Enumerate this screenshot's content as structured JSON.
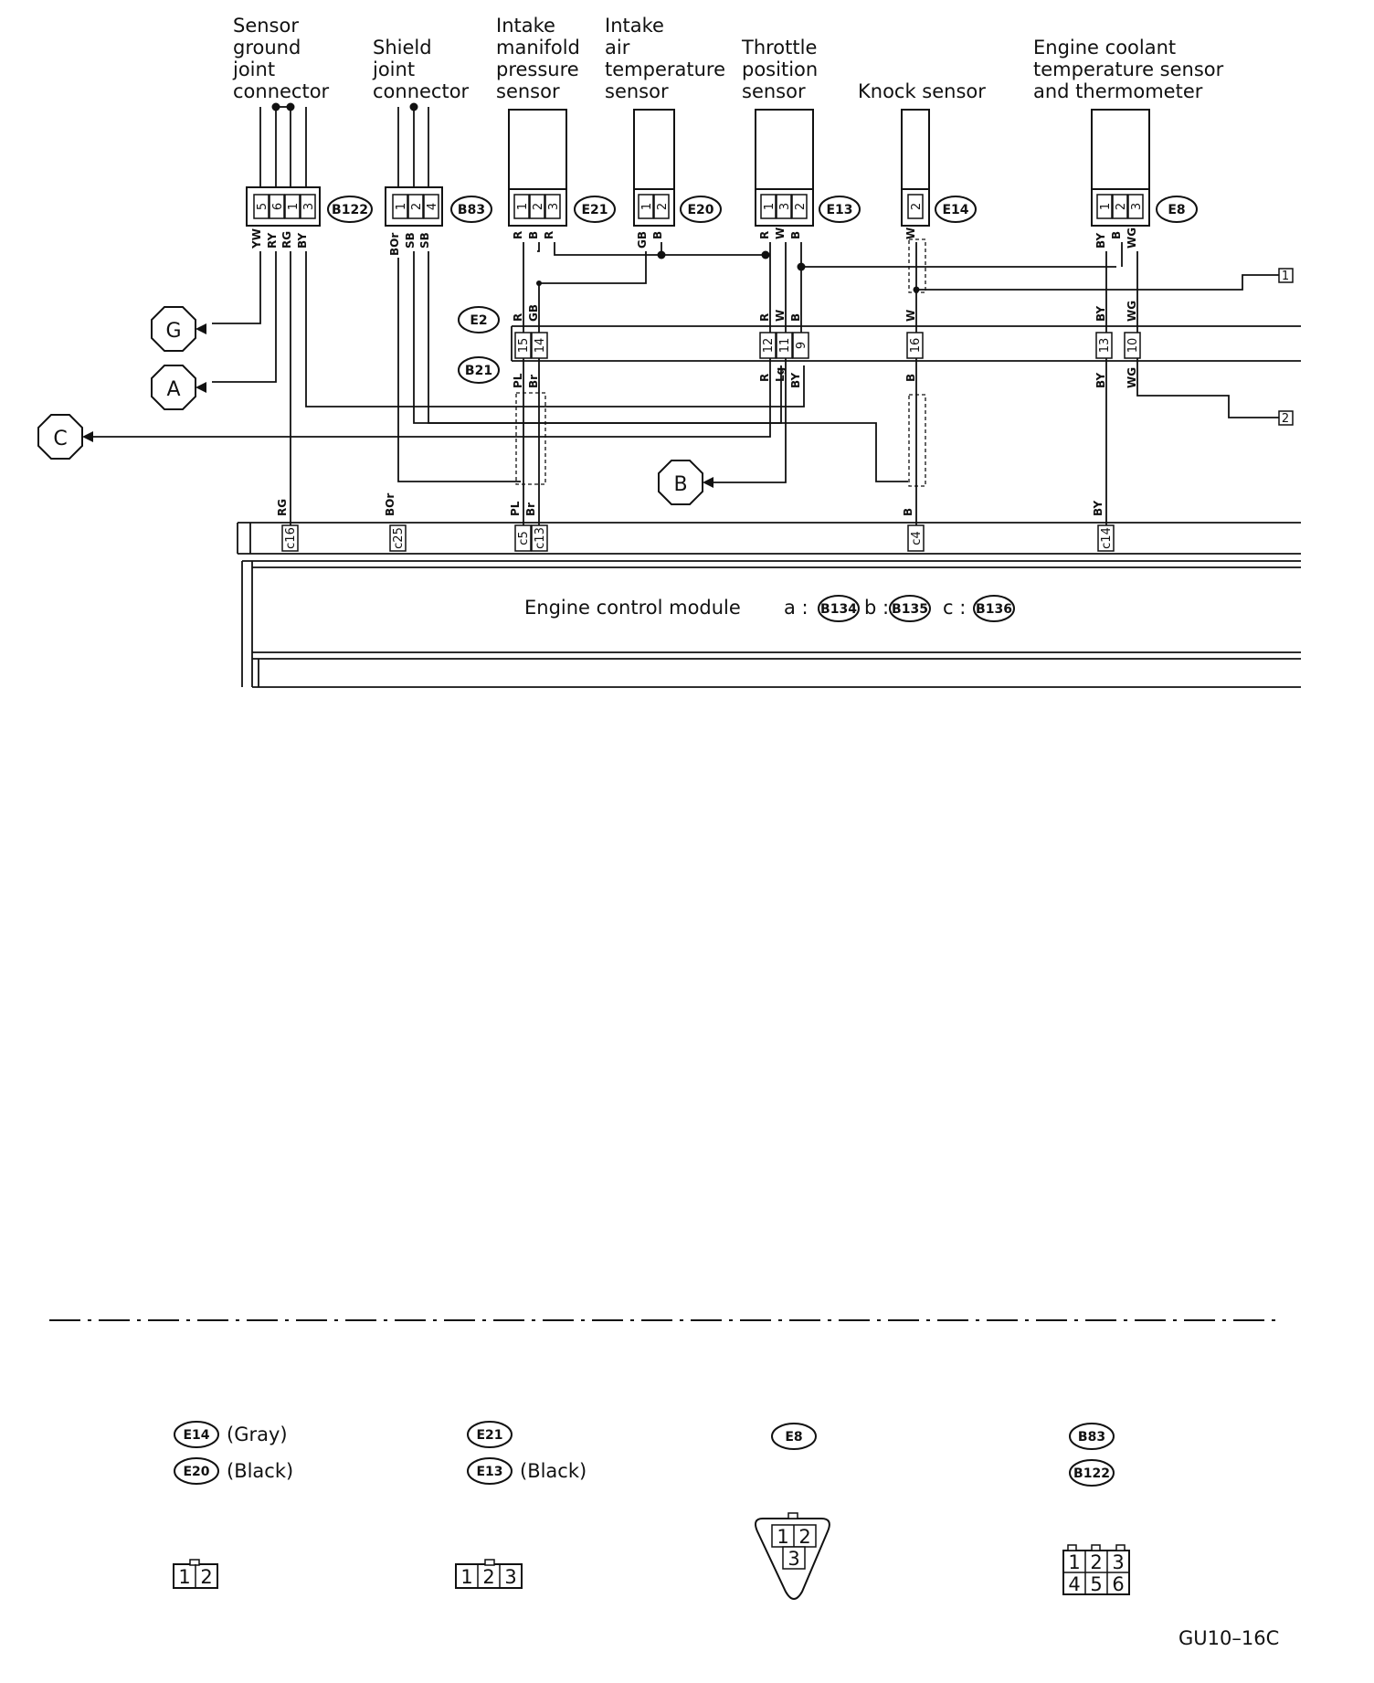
{
  "components": {
    "sensor_ground": [
      "Sensor",
      "ground",
      "joint",
      "connector"
    ],
    "shield_joint": [
      "Shield",
      "joint",
      "connector"
    ],
    "imap": [
      "Intake",
      "manifold",
      "pressure",
      "sensor"
    ],
    "iat": [
      "Intake",
      "air",
      "temperature",
      "sensor"
    ],
    "tps": [
      "Throttle",
      "position",
      "sensor"
    ],
    "knock": [
      "Knock sensor"
    ],
    "ect": [
      "Engine coolant",
      "temperature sensor",
      "and thermometer"
    ]
  },
  "connectors": {
    "b122": "B122",
    "b83": "B83",
    "e21": "E21",
    "e20": "E20",
    "e13": "E13",
    "e14": "E14",
    "e8": "E8",
    "e2": "E2",
    "b21": "B21",
    "b134": "B134",
    "b135": "B135",
    "b136": "B136"
  },
  "pins": {
    "b122": [
      "5",
      "6",
      "1",
      "3"
    ],
    "b83": [
      "1",
      "2",
      "4"
    ],
    "e21": [
      "1",
      "2",
      "3"
    ],
    "e20": [
      "1",
      "2"
    ],
    "e13": [
      "1",
      "3",
      "2"
    ],
    "e14": [
      "2"
    ],
    "e8": [
      "1",
      "2",
      "3"
    ],
    "e2_b21": [
      "15",
      "14",
      "12",
      "11",
      "9",
      "16",
      "13",
      "10"
    ],
    "ecm": [
      "c16",
      "c25",
      "c5",
      "c13",
      "c4",
      "c14"
    ]
  },
  "wire_colors": {
    "b122": [
      "YW",
      "RY",
      "RG",
      "BY"
    ],
    "b83": [
      "BOr",
      "SB",
      "SB"
    ],
    "e21": [
      "R",
      "B",
      "R"
    ],
    "e20": [
      "GB",
      "B"
    ],
    "e13": [
      "R",
      "W",
      "B"
    ],
    "e14": "W",
    "e8": [
      "BY",
      "B",
      "WG"
    ],
    "e2_top": [
      "R",
      "GB",
      "R",
      "W",
      "B",
      "W",
      "BY",
      "WG"
    ],
    "b21_bottom": [
      "PL",
      "Br",
      "R",
      "Lg",
      "BY",
      "B",
      "BY",
      "WG"
    ],
    "ecm_top": [
      "RG",
      "BOr",
      "PL",
      "Br",
      "B",
      "BY"
    ]
  },
  "offpage": {
    "g": "G",
    "a": "A",
    "c": "C",
    "b": "B",
    "one": "1",
    "two": "2"
  },
  "ecm": {
    "title": "Engine control module",
    "a": "a :",
    "b": "b :",
    "c": "c :"
  },
  "legend": {
    "e14": "E14",
    "gray": "(Gray)",
    "e20": "E20",
    "black1": "(Black)",
    "e21": "E21",
    "e13": "E13",
    "black2": "(Black)",
    "e8": "E8",
    "b83": "B83",
    "b122": "B122",
    "g1": [
      "1",
      "2"
    ],
    "g2": [
      "1",
      "2",
      "3"
    ],
    "g3": [
      "1",
      "2",
      "3"
    ],
    "g4": [
      "1",
      "2",
      "3",
      "4",
      "5",
      "6"
    ]
  },
  "figure_code": "GU10–16C"
}
